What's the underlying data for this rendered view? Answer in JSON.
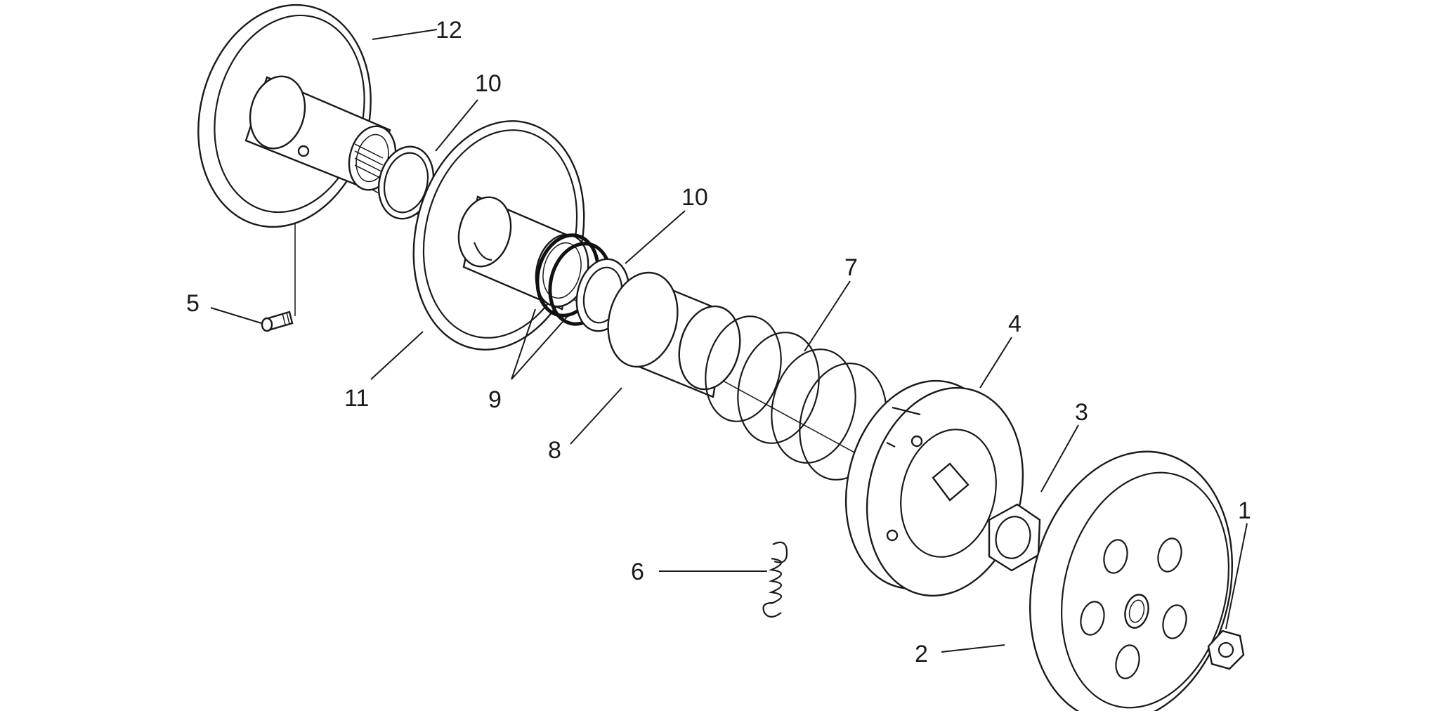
{
  "diagram": {
    "callouts": [
      "12",
      "10",
      "10",
      "7",
      "4",
      "3",
      "1",
      "5",
      "11",
      "9",
      "8",
      "6",
      "2"
    ]
  }
}
